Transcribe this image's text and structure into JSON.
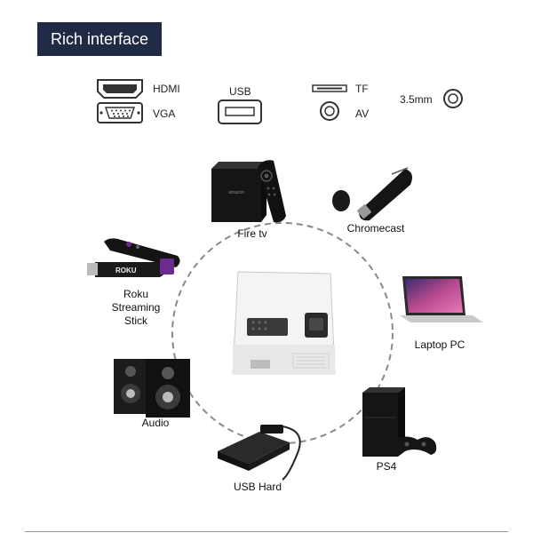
{
  "banner": {
    "title": "Rich interface"
  },
  "ports": {
    "hdmi": "HDMI",
    "vga": "VGA",
    "usb": "USB",
    "tf": "TF",
    "av": "AV",
    "audio_jack": "3.5mm"
  },
  "devices": {
    "fire_tv": "Fire tv",
    "chromecast": "Chromecast",
    "roku_line1": "Roku",
    "roku_line2": "Streaming",
    "roku_line3": "Stick",
    "laptop": "Laptop PC",
    "audio": "Audio",
    "ps4": "PS4",
    "usb_hard": "USB Hard",
    "fire_tv_brand": "amazon",
    "roku_brand": "ROKU"
  },
  "colors": {
    "banner_bg": "#1f2a44",
    "banner_text": "#ffffff",
    "circle": "#8a8a8a",
    "roku_purple": "#6b2c91"
  },
  "icons": [
    "hdmi-port-icon",
    "vga-port-icon",
    "usb-port-icon",
    "tf-slot-icon",
    "av-jack-icon",
    "audio-jack-icon"
  ]
}
